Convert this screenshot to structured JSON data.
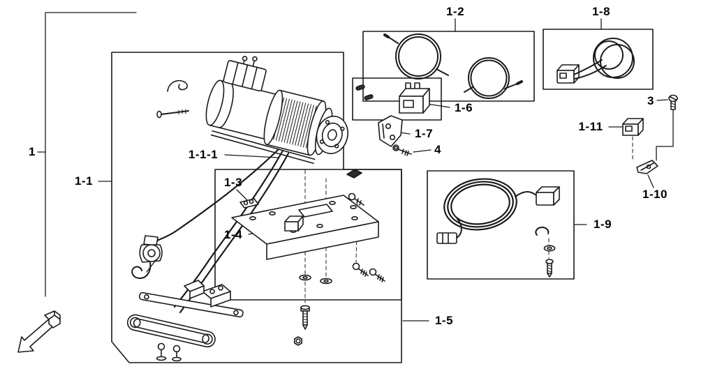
{
  "figure": {
    "background": "#ffffff",
    "line_color": "#1a1a1a",
    "label_color": "#000000"
  },
  "labels": {
    "p1": "1",
    "p1_1": "1-1",
    "p1_1_1": "1-1-1",
    "p1_2": "1-2",
    "p1_3": "1-3",
    "p1_4": "1-4",
    "p1_5": "1-5",
    "p1_6": "1-6",
    "p1_7": "1-7",
    "p1_8": "1-8",
    "p1_9": "1-9",
    "p1_10": "1-10",
    "p1_11": "1-11",
    "p3": "3",
    "p4": "4"
  }
}
